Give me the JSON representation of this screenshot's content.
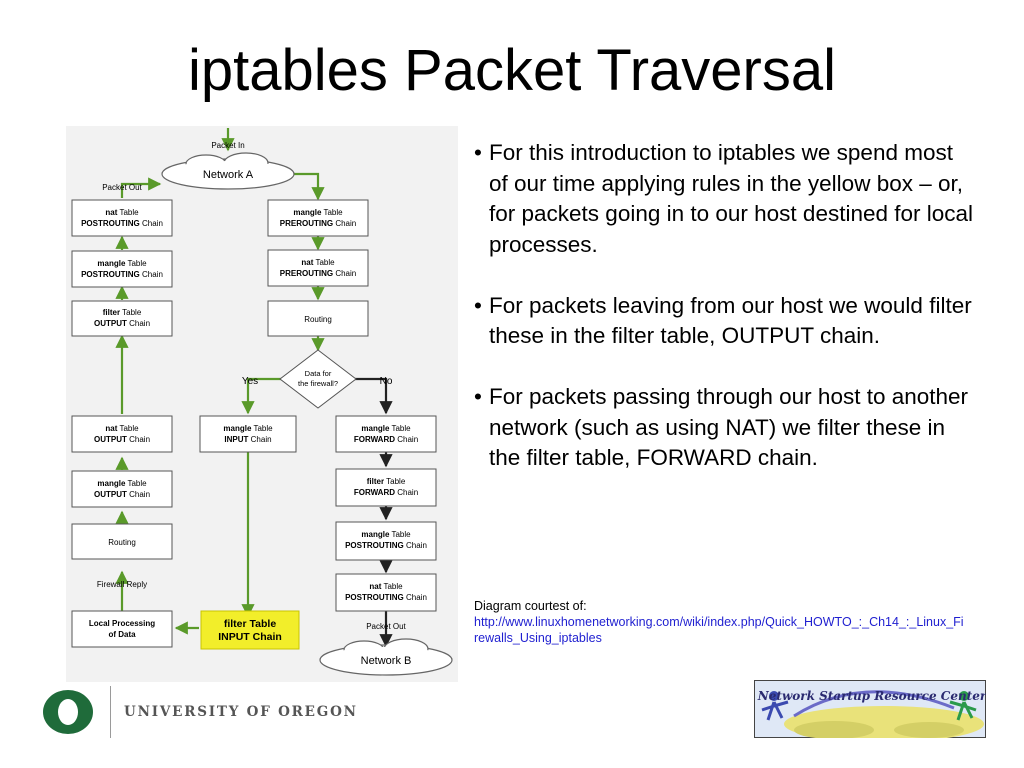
{
  "slide": {
    "title": "iptables Packet Traversal"
  },
  "diagram": {
    "packet_in": "Packet In",
    "packet_out_top": "Packet Out",
    "packet_out_bottom": "Packet Out",
    "network_a": "Network A",
    "network_b": "Network B",
    "left_column": [
      {
        "table": "nat",
        "chain": "POSTROUTING"
      },
      {
        "table": "mangle",
        "chain": "POSTROUTING"
      },
      {
        "table": "filter",
        "chain": "OUTPUT"
      },
      {
        "table": "nat",
        "chain": "OUTPUT"
      },
      {
        "table": "mangle",
        "chain": "OUTPUT"
      }
    ],
    "right_column": [
      {
        "table": "mangle",
        "chain": "PREROUTING"
      },
      {
        "table": "nat",
        "chain": "PREROUTING"
      }
    ],
    "forward_column": [
      {
        "table": "mangle",
        "chain": "FORWARD"
      },
      {
        "table": "filter",
        "chain": "FORWARD"
      },
      {
        "table": "mangle",
        "chain": "POSTROUTING"
      },
      {
        "table": "nat",
        "chain": "POSTROUTING"
      }
    ],
    "input_mangle": {
      "table": "mangle",
      "chain": "INPUT"
    },
    "input_filter": {
      "table": "filter",
      "chain": "INPUT"
    },
    "word_table": "Table",
    "word_chain": "Chain",
    "routing_right": "Routing",
    "routing_left": "Routing",
    "decision_line1": "Data for",
    "decision_line2": "the firewall?",
    "yes": "Yes",
    "no": "No",
    "firewall_reply": "Firewall Reply",
    "local_line1": "Local Processing",
    "local_line2": "of Data"
  },
  "bullets": [
    {
      "dot": "•",
      "text": "For this introduction to iptables we spend most of our time applying rules in the yellow box – or, for packets going in to our host destined for local processes."
    },
    {
      "dot": "•",
      "text": "For packets leaving from our host we would filter these in the filter table, OUTPUT chain."
    },
    {
      "dot": "•",
      "text": "For packets passing through our host to another network (such as using NAT) we filter these in the filter table, FORWARD chain."
    }
  ],
  "credit": {
    "label": "Diagram courtest of:",
    "url": "http://www.linuxhomenetworking.com/wiki/index.php/Quick_HOWTO_:_Ch14_:_Linux_Firewalls_Using_iptables"
  },
  "footer": {
    "university": "UNIVERSITY OF OREGON",
    "uo_letter": "O",
    "nsrc_text": "Network Startup Resource Center"
  },
  "colors": {
    "uo_green": "#1f6b3a",
    "highlight_yellow": "#f2ee2a",
    "arrow_green": "#5a9a2a",
    "link_blue": "#1f1fd0"
  }
}
